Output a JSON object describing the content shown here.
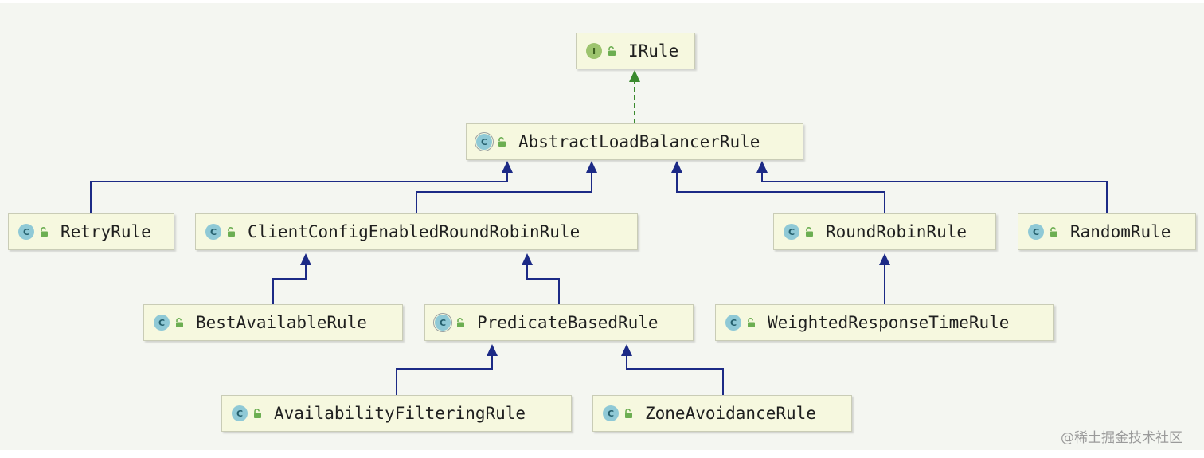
{
  "diagram": {
    "nodes": {
      "irule": {
        "name": "IRule",
        "kind": "interface",
        "badge": "I"
      },
      "abstract_load_balancer_rule": {
        "name": "AbstractLoadBalancerRule",
        "kind": "abstract-class",
        "badge": "C"
      },
      "retry_rule": {
        "name": "RetryRule",
        "kind": "class",
        "badge": "C"
      },
      "client_config_enabled_round_robin_rule": {
        "name": "ClientConfigEnabledRoundRobinRule",
        "kind": "class",
        "badge": "C"
      },
      "round_robin_rule": {
        "name": "RoundRobinRule",
        "kind": "class",
        "badge": "C"
      },
      "random_rule": {
        "name": "RandomRule",
        "kind": "class",
        "badge": "C"
      },
      "best_available_rule": {
        "name": "BestAvailableRule",
        "kind": "class",
        "badge": "C"
      },
      "predicate_based_rule": {
        "name": "PredicateBasedRule",
        "kind": "abstract-class",
        "badge": "C"
      },
      "weighted_response_time_rule": {
        "name": "WeightedResponseTimeRule",
        "kind": "class",
        "badge": "C"
      },
      "availability_filtering_rule": {
        "name": "AvailabilityFilteringRule",
        "kind": "class",
        "badge": "C"
      },
      "zone_avoidance_rule": {
        "name": "ZoneAvoidanceRule",
        "kind": "class",
        "badge": "C"
      }
    },
    "edges": [
      {
        "from": "AbstractLoadBalancerRule",
        "to": "IRule",
        "type": "implements"
      },
      {
        "from": "RetryRule",
        "to": "AbstractLoadBalancerRule",
        "type": "extends"
      },
      {
        "from": "ClientConfigEnabledRoundRobinRule",
        "to": "AbstractLoadBalancerRule",
        "type": "extends"
      },
      {
        "from": "RoundRobinRule",
        "to": "AbstractLoadBalancerRule",
        "type": "extends"
      },
      {
        "from": "RandomRule",
        "to": "AbstractLoadBalancerRule",
        "type": "extends"
      },
      {
        "from": "BestAvailableRule",
        "to": "ClientConfigEnabledRoundRobinRule",
        "type": "extends"
      },
      {
        "from": "PredicateBasedRule",
        "to": "ClientConfigEnabledRoundRobinRule",
        "type": "extends"
      },
      {
        "from": "WeightedResponseTimeRule",
        "to": "RoundRobinRule",
        "type": "extends"
      },
      {
        "from": "AvailabilityFilteringRule",
        "to": "PredicateBasedRule",
        "type": "extends"
      },
      {
        "from": "ZoneAvoidanceRule",
        "to": "PredicateBasedRule",
        "type": "extends"
      }
    ],
    "colors": {
      "implements_edge": "#3a8a2e",
      "extends_edge": "#1c2a86",
      "node_fill": "#f6f8df",
      "class_badge": "#8fc9d6",
      "interface_badge": "#9dc46e"
    }
  },
  "watermark": "@稀土掘金技术社区"
}
